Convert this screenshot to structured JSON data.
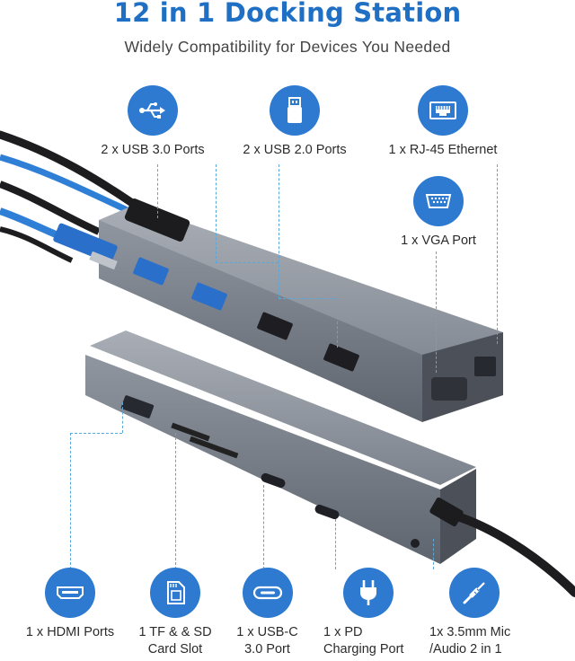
{
  "header": {
    "title": "12 in 1 Docking Station",
    "subtitle": "Widely Compatibility for Devices You Needed"
  },
  "features_top": [
    {
      "icon": "usb-icon",
      "label": "2 x USB 3.0 Ports"
    },
    {
      "icon": "usb-stick-icon",
      "label": "2 x USB 2.0 Ports"
    },
    {
      "icon": "ethernet-port-icon",
      "label": "1 x RJ-45 Ethernet"
    },
    {
      "icon": "vga-port-icon",
      "label": "1 x VGA Port"
    }
  ],
  "features_bottom": [
    {
      "icon": "hdmi-port-icon",
      "label_line1": "1 x HDMI Ports",
      "label_line2": ""
    },
    {
      "icon": "sd-card-icon",
      "label_line1": "1 TF & & SD",
      "label_line2": "Card Slot"
    },
    {
      "icon": "usb-c-icon",
      "label_line1": "1 x USB-C",
      "label_line2": "3.0 Port"
    },
    {
      "icon": "power-plug-icon",
      "label_line1": "1 x PD",
      "label_line2": "Charging Port"
    },
    {
      "icon": "audio-jack-icon",
      "label_line1": "1x 3.5mm Mic",
      "label_line2": "/Audio  2 in 1"
    }
  ],
  "colors": {
    "accent": "#1f6fc4",
    "icon_bg": "#2d7ad0",
    "guide": "#59a8dc",
    "device_body": "#8a909a",
    "device_dark": "#3a3d44",
    "usb3_blue": "#2a6fc9"
  }
}
